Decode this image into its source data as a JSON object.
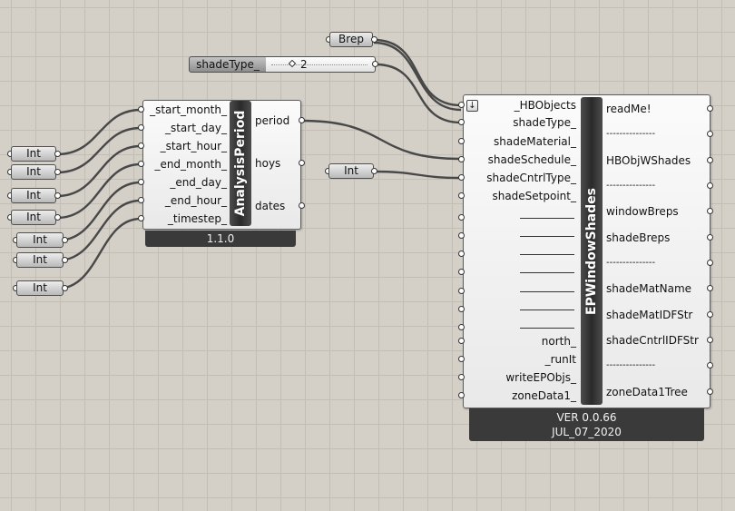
{
  "canvas": {
    "background": "#d4d0c8",
    "wire_color": "#484848"
  },
  "params": {
    "brep": "Brep",
    "int_labels": [
      "Int",
      "Int",
      "Int",
      "Int",
      "Int",
      "Int",
      "Int"
    ],
    "int_single": "Int"
  },
  "slider": {
    "name": "shadeType_",
    "value": "2"
  },
  "analysis_period": {
    "title": "AnalysisPeriod",
    "inputs": [
      "_start_month_",
      "_start_day_",
      "_start_hour_",
      "_end_month_",
      "_end_day_",
      "_end_hour_",
      "_timestep_"
    ],
    "outputs": [
      "period",
      "hoys",
      "dates"
    ],
    "version": "1.1.0"
  },
  "ep_window_shades": {
    "title": "EPWindowShades",
    "inputs": [
      "_HBObjects",
      "shadeType_",
      "shadeMaterial_",
      "shadeSchedule_",
      "shadeCntrlType_",
      "shadeSetpoint_",
      "",
      "",
      "",
      "",
      "",
      "",
      "north_",
      "_runIt",
      "writeEPObjs_",
      "zoneData1_"
    ],
    "outputs": [
      "readMe!",
      "---------------",
      "HBObjWShades",
      "---------------",
      "windowBreps",
      "shadeBreps",
      "---------------",
      "shadeMatName",
      "shadeMatIDFStr",
      "shadeCntrlIDFStr",
      "---------------",
      "zoneData1Tree"
    ],
    "version": "VER 0.0.66",
    "date": "JUL_07_2020",
    "icon": "download-arrow-icon"
  }
}
